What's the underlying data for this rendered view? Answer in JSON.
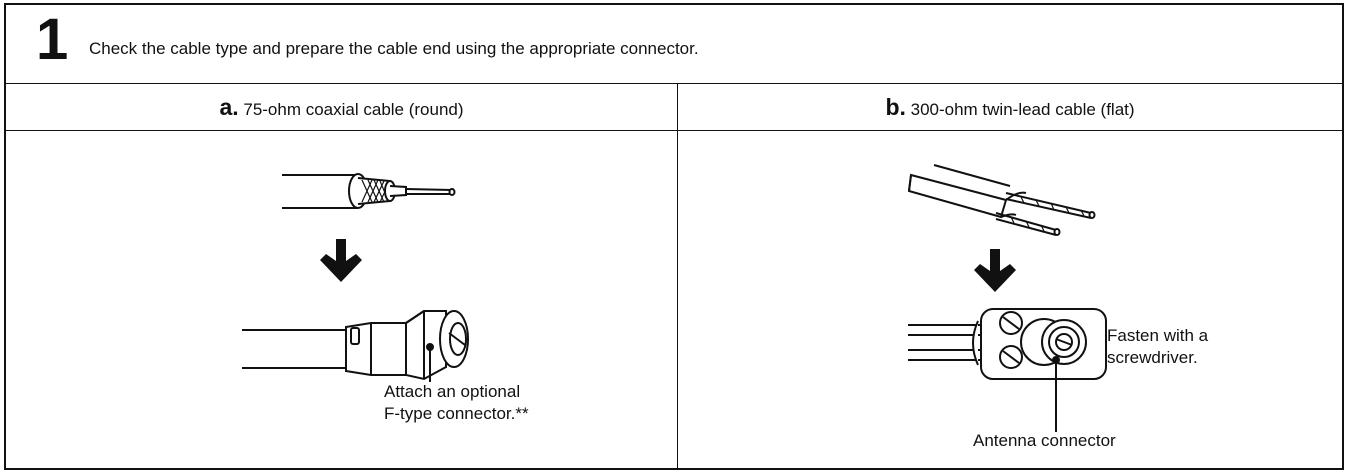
{
  "step": {
    "number": "1",
    "instruction": "Check the cable type and prepare the cable end using the appropriate connector."
  },
  "column_a": {
    "letter": "a.",
    "heading": " 75-ohm coaxial cable (round)",
    "callout_line1": "Attach an optional",
    "callout_line2": "F-type connector.**"
  },
  "column_b": {
    "letter": "b.",
    "heading": " 300-ohm twin-lead cable (flat)",
    "fasten_line1": "Fasten with a",
    "fasten_line2": "screwdriver.",
    "antenna_label": "Antenna connector"
  }
}
